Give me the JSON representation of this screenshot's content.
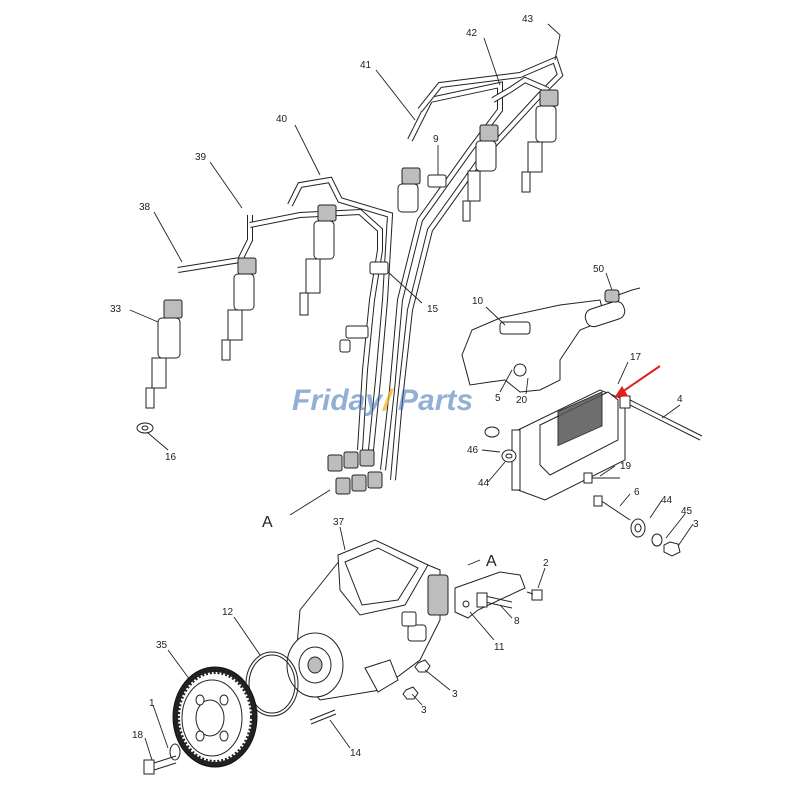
{
  "watermark": {
    "part1": "Friday",
    "part2": "Parts",
    "color_blue": "#3a6db5",
    "color_yellow": "#f2b11f"
  },
  "pointer_arrow": {
    "color": "#e0201b",
    "target_callout": "17"
  },
  "section_marks": {
    "a_top": "A",
    "a_bottom": "A"
  },
  "callouts": {
    "c1": "1",
    "c2": "2",
    "c3a": "3",
    "c3b": "3",
    "c3c": "3",
    "c4": "4",
    "c5": "5",
    "c6": "6",
    "c8": "8",
    "c9": "9",
    "c10": "10",
    "c11": "11",
    "c12": "12",
    "c14": "14",
    "c15": "15",
    "c16": "16",
    "c17": "17",
    "c18": "18",
    "c19": "19",
    "c20": "20",
    "c33": "33",
    "c35": "35",
    "c37": "37",
    "c38": "38",
    "c39": "39",
    "c40": "40",
    "c41": "41",
    "c42": "42",
    "c43": "43",
    "c44a": "44",
    "c44b": "44",
    "c45": "45",
    "c46": "46",
    "c50": "50"
  }
}
